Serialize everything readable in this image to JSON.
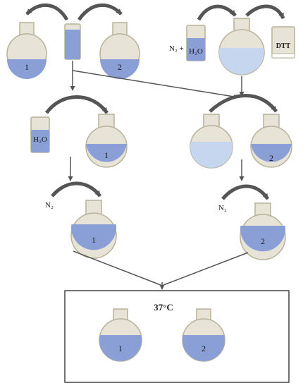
{
  "colors": {
    "flask_outline": "#b8b29a",
    "flask_empty": "#e7e3d6",
    "liquid_dark": "#8a9fd6",
    "liquid_light": "#c6d6ef",
    "arrow": "#555555",
    "box_border": "#444444"
  },
  "labels": {
    "flask_1": "1",
    "flask_2": "2",
    "water": "H₂O",
    "nitrogen": "N₂",
    "nitrogen_plus": "N₂ +",
    "dtt": "DTT",
    "temperature": "37°C"
  }
}
